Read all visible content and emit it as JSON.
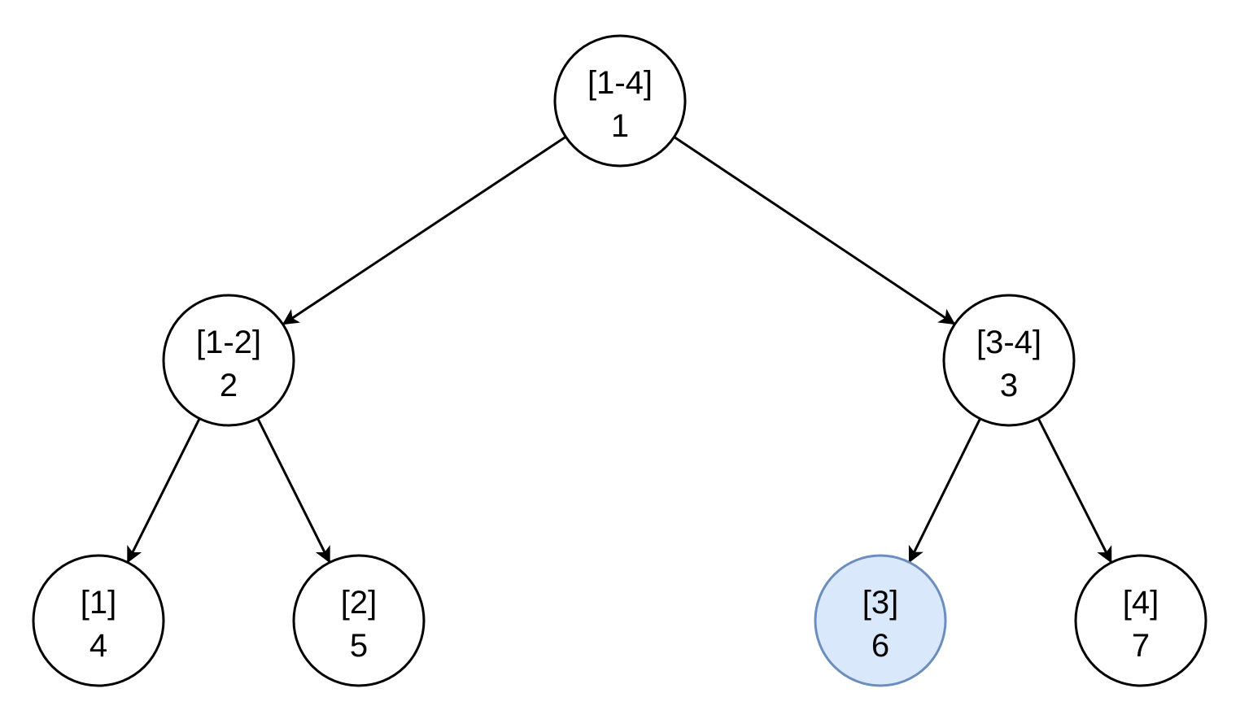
{
  "colors": {
    "default_fill": "#ffffff",
    "default_stroke": "#000000",
    "highlight_fill": "#dae8fc",
    "highlight_stroke": "#6c8ebf"
  },
  "nodes": [
    {
      "id": 1,
      "range": "[1-4]",
      "index": "1",
      "highlighted": false
    },
    {
      "id": 2,
      "range": "[1-2]",
      "index": "2",
      "highlighted": false
    },
    {
      "id": 3,
      "range": "[3-4]",
      "index": "3",
      "highlighted": false
    },
    {
      "id": 4,
      "range": "[1]",
      "index": "4",
      "highlighted": false
    },
    {
      "id": 5,
      "range": "[2]",
      "index": "5",
      "highlighted": false
    },
    {
      "id": 6,
      "range": "[3]",
      "index": "6",
      "highlighted": true
    },
    {
      "id": 7,
      "range": "[4]",
      "index": "7",
      "highlighted": false
    }
  ],
  "edges": [
    {
      "from": 1,
      "to": 2
    },
    {
      "from": 1,
      "to": 3
    },
    {
      "from": 2,
      "to": 4
    },
    {
      "from": 2,
      "to": 5
    },
    {
      "from": 3,
      "to": 6
    },
    {
      "from": 3,
      "to": 7
    }
  ]
}
